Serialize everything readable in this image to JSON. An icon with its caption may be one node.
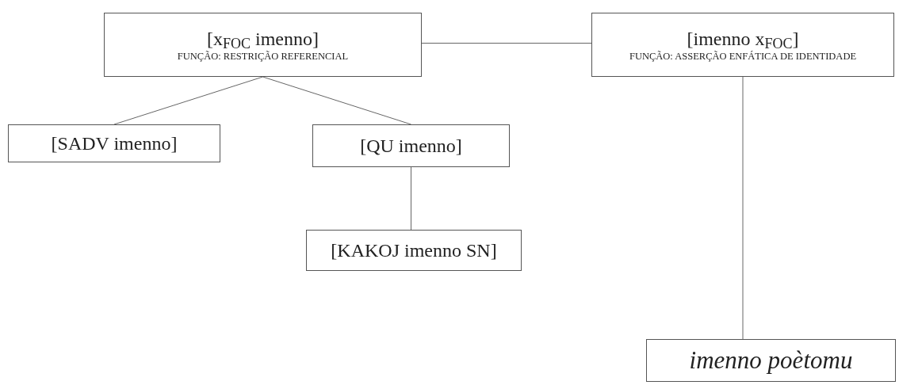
{
  "diagram": {
    "nodes": [
      {
        "text": [
          "[x$_{FOC}$ imenno]",
          "FUNÇÃO: RESTRIÇÃO REFERENCIAL"
        ]
      },
      {
        "text": [
          "[imenno x$_{FOC}$]",
          "FUNÇÃO: ASSERÇÃO ENFÁTICA DE IDENTIDADE"
        ]
      },
      {
        "text": [
          "[SADV imenno]"
        ]
      },
      {
        "text": [
          "[QU imenno]"
        ]
      },
      {
        "text": [
          "[KAKOJ imenno SN]"
        ]
      },
      {
        "text": [
          "imenno poètomu"
        ]
      }
    ],
    "edges": [
      {
        "from": 0,
        "to": 1,
        "arrow": "none"
      },
      {
        "from": 0,
        "to": 2,
        "arrow": "none"
      },
      {
        "from": 0,
        "to": 3,
        "arrow": "none"
      },
      {
        "from": 3,
        "to": 4,
        "arrow": "none"
      },
      {
        "from": 1,
        "to": 5,
        "arrow": "none"
      }
    ]
  }
}
